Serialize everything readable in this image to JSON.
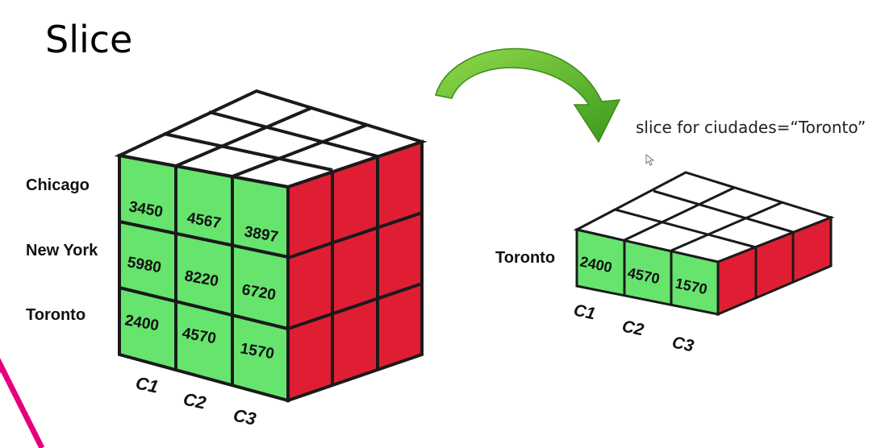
{
  "slide": {
    "title": "Slice",
    "annotation": "slice for ciudades=“Toronto”"
  },
  "cube": {
    "rows": [
      "Chicago",
      "New York",
      "Toronto"
    ],
    "columns": [
      "C1",
      "C2",
      "C3"
    ],
    "values": [
      [
        "3450",
        "4567",
        "3897"
      ],
      [
        "5980",
        "8220",
        "6720"
      ],
      [
        "2400",
        "4570",
        "1570"
      ]
    ]
  },
  "slice": {
    "row": "Toronto",
    "columns": [
      "C1",
      "C2",
      "C3"
    ],
    "values": [
      "2400",
      "4570",
      "1570"
    ]
  },
  "colors": {
    "front": "#66e46e",
    "side": "#e01e33",
    "top": "#ffffff",
    "edge": "#1a1a1a",
    "arrow": "#56b82a",
    "corner_triangle": "#e6007e"
  },
  "icons": [
    "curved-arrow-icon",
    "mouse-cursor-icon",
    "corner-triangle-icon"
  ]
}
